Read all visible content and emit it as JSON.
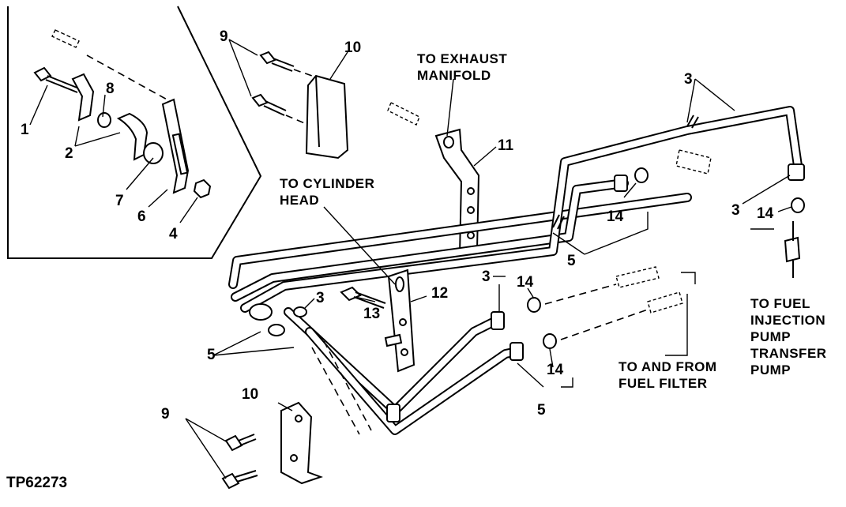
{
  "figure_id": "TP62273",
  "labels": {
    "exhaust": [
      "TO EXHAUST",
      "MANIFOLD"
    ],
    "cylinder": [
      "TO CYLINDER",
      "HEAD"
    ],
    "fuel_injection": [
      "TO FUEL",
      "INJECTION",
      "PUMP",
      "TRANSFER",
      "PUMP"
    ],
    "fuel_filter": [
      "TO AND FROM",
      "FUEL FILTER"
    ]
  },
  "callouts": {
    "c1": "1",
    "c2": "2",
    "c3a": "3",
    "c3b": "3",
    "c3c": "3",
    "c3d": "3",
    "c4": "4",
    "c5a": "5",
    "c5b": "5",
    "c5c": "5",
    "c6": "6",
    "c7": "7",
    "c8": "8",
    "c9a": "9",
    "c9b": "9",
    "c10a": "10",
    "c10b": "10",
    "c11": "11",
    "c12": "12",
    "c13": "13",
    "c14a": "14",
    "c14b": "14",
    "c14c": "14",
    "c14d": "14"
  }
}
